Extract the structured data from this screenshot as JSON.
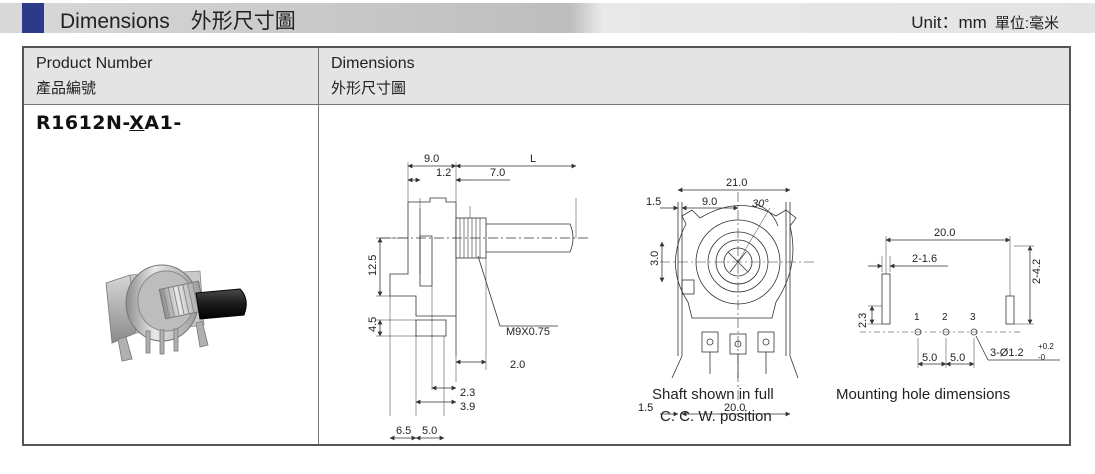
{
  "header": {
    "title": "Dimensions　外形尺寸圖",
    "unit": "Unit：mm",
    "unit_zh": "單位:毫米"
  },
  "table": {
    "col1": {
      "en": "Product Number",
      "zh": "產品編號"
    },
    "col2": {
      "en": "Dimensions",
      "zh": "外形尺寸圖"
    }
  },
  "product": {
    "prefix": "R1612N-",
    "variable": "X",
    "suffix": "A1-"
  },
  "side_view": {
    "dims": [
      "9.0",
      "L",
      "1.2",
      "7.0",
      "12.5",
      "M9X0.75",
      "2.0",
      "4.5",
      "2.3",
      "3.9",
      "6.5",
      "5.0"
    ]
  },
  "front_view": {
    "dims": [
      "21.0",
      "1.5",
      "9.0",
      "30°",
      "3.0",
      "1.5",
      "20.0"
    ],
    "caption_line1": "Shaft shown in full",
    "caption_line2": "C. C. W. position"
  },
  "hole_view": {
    "dims": [
      "20.0",
      "2-1.6",
      "2-4.2",
      "2.3",
      "1",
      "2",
      "3",
      "5.0",
      "5.0",
      "3-Ø1.2"
    ],
    "tol_plus": "+0.2",
    "tol_minus": "-0",
    "caption": "Mounting hole dimensions"
  }
}
